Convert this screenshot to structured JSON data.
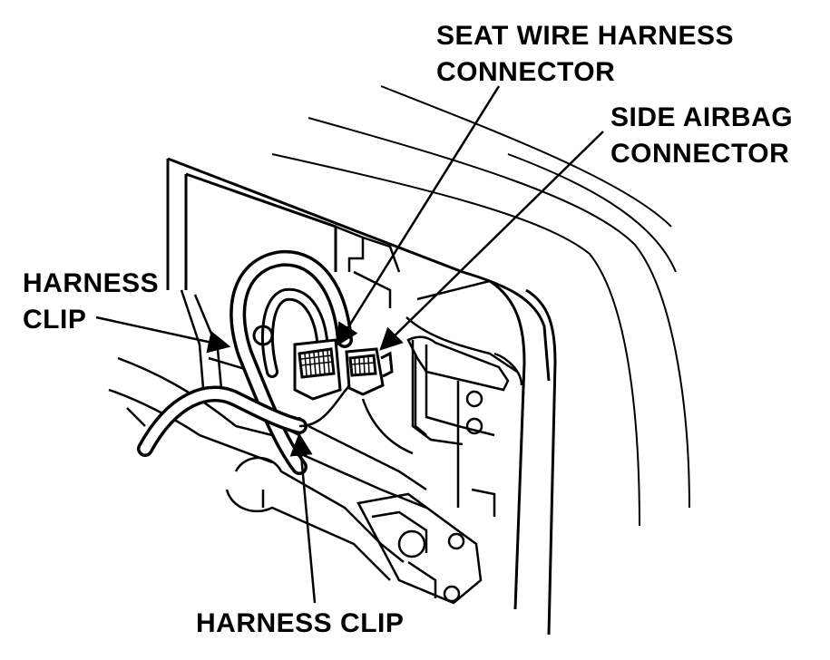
{
  "labels": {
    "seat_wire_harness_connector": [
      "SEAT WIRE HARNESS",
      "CONNECTOR"
    ],
    "side_airbag_connector": [
      "SIDE AIRBAG",
      "CONNECTOR"
    ],
    "harness_clip_left": [
      "HARNESS",
      "CLIP"
    ],
    "harness_clip_bottom": "HARNESS CLIP"
  },
  "colors": {
    "ink": "#000000",
    "paper": "#ffffff"
  }
}
